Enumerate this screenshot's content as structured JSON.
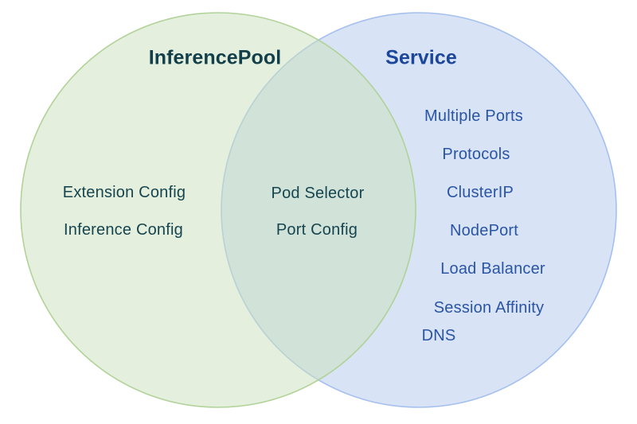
{
  "venn": {
    "left": {
      "title": "InferencePool",
      "items": [
        "Extension Config",
        "Inference Config"
      ]
    },
    "intersection": {
      "items": [
        "Pod Selector",
        "Port Config"
      ]
    },
    "right": {
      "title": "Service",
      "items": [
        "Multiple Ports",
        "Protocols",
        "ClusterIP",
        "NodePort",
        "Load Balancer",
        "Session Affinity",
        "DNS"
      ]
    },
    "colors": {
      "left_circle_fill": "#e5f0de",
      "left_circle_fill_raw": "#cbe1bd",
      "left_circle_stroke": "#aed194",
      "right_circle_fill": "#d8e3f5",
      "right_circle_stroke": "#a5c0ee",
      "intersection_fill": "#d6e5dc",
      "left_text": "#16454f",
      "left_title_text": "#123f4a",
      "right_text": "#2a55a5",
      "right_title_text": "#1b4699",
      "background": "#ffffff"
    }
  }
}
